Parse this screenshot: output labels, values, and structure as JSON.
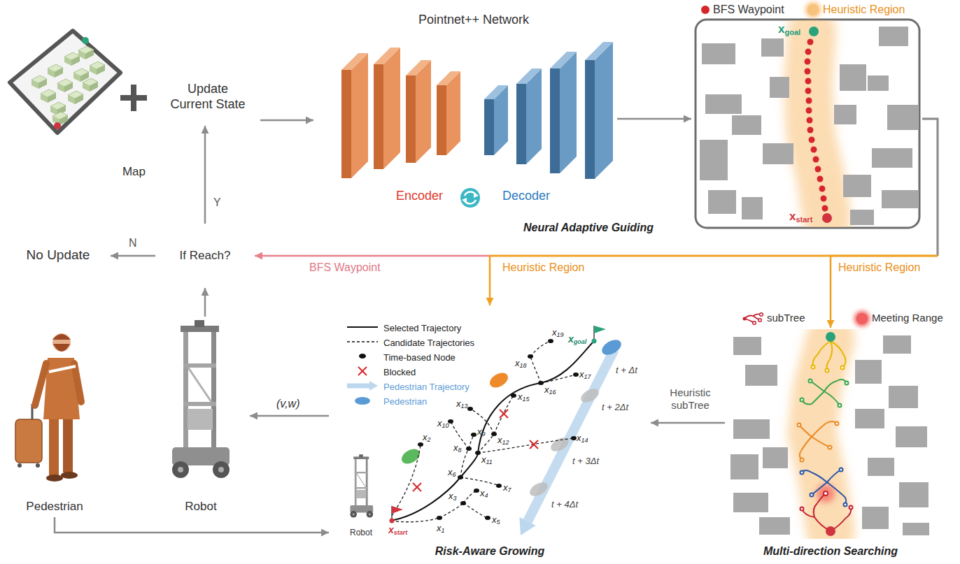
{
  "diagram": {
    "nodes": [
      {
        "text": [
          "Map"
        ]
      },
      {
        "text": [
          "Update Current State"
        ],
        "in": 0
      },
      {
        "text": [
          "Pointnet++ Network",
          "Neural Adaptive Guiding"
        ]
      },
      {
        "text": [
          "If Reach?"
        ]
      },
      {
        "text": [
          "No Update"
        ]
      },
      {
        "text": [
          "Pedestrian"
        ]
      },
      {
        "text": [
          "Robot"
        ]
      },
      {
        "text": [
          "Risk-Aware Growing"
        ]
      },
      {
        "text": [
          "Multi-direction Searching"
        ]
      }
    ],
    "edges": [
      {
        "from": 1,
        "to": 2,
        "arrow": "to"
      },
      {
        "from": 2,
        "to": 3,
        "label": "BFS Waypoint",
        "arrow": "to"
      },
      {
        "from": 2,
        "to": 7,
        "label": "Heuristic Region",
        "arrow": "to"
      },
      {
        "from": 2,
        "to": 8,
        "label": "Heuristic Region",
        "arrow": "to"
      },
      {
        "from": 3,
        "to": 1,
        "label": "Y",
        "arrow": "to"
      },
      {
        "from": 3,
        "to": 4,
        "label": "N",
        "arrow": "to"
      },
      {
        "from": 6,
        "to": 3,
        "arrow": "to"
      },
      {
        "from": 8,
        "to": 7,
        "label": "Heuristic subTree",
        "arrow": "to"
      },
      {
        "from": 7,
        "to": 6,
        "label": "(v,w)",
        "arrow": "to"
      },
      {
        "from": 5,
        "to": 7,
        "arrow": "to"
      }
    ],
    "labels": [
      "Encoder",
      "Decoder",
      "xgoal",
      "xstart",
      "xgoal",
      "x19",
      "x18",
      "x16",
      "x17",
      "x15",
      "x13",
      "x12",
      "x10",
      "x9",
      "x8",
      "x14",
      "x11",
      "x2",
      "x6",
      "x7",
      "x4",
      "x3",
      "x5",
      "x1",
      "xstart",
      "Robot",
      "t + Δt",
      "t + 2Δt",
      "t + 3Δt",
      "t + 4Δt"
    ],
    "legend": [
      {
        "text": "BFS Waypoint",
        "color": "#d7262b"
      },
      {
        "text": "Heuristic Region",
        "color": "#f7b866"
      },
      {
        "text": "Selected Trajectory"
      },
      {
        "text": "Candidate Trajectories"
      },
      {
        "text": "Time-based Node",
        "color": "#111111"
      },
      {
        "text": "Blocked"
      },
      {
        "text": "Pedestrian Trajectory"
      },
      {
        "text": "Pedestrian",
        "color": "#5b9bd5"
      },
      {
        "text": "subTree"
      },
      {
        "text": "Meeting Range",
        "color": "#ee4444"
      }
    ]
  }
}
